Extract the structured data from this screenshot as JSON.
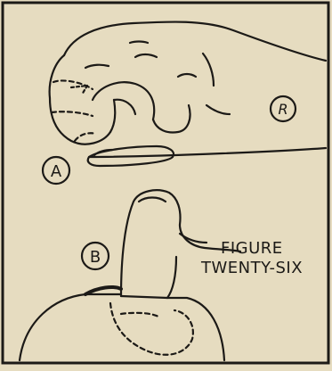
{
  "figure": {
    "caption_line1": "FIGURE",
    "caption_line2": "TWENTY-SIX",
    "labels": {
      "a": "A",
      "b": "B",
      "r": "R"
    }
  }
}
